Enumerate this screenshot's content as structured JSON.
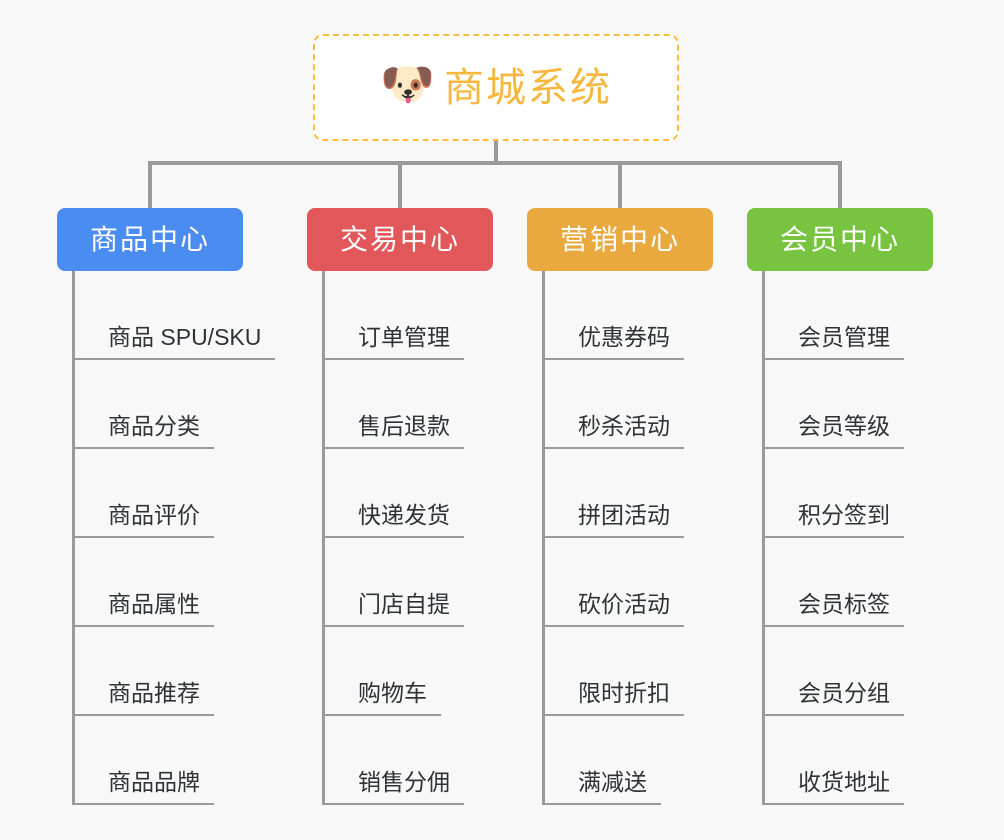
{
  "canvas": {
    "background": "#f8f8f8",
    "line_color": "#9a9a9a"
  },
  "root": {
    "icon": "dog-face-icon",
    "icon_glyph": "🐶",
    "title": "商城系统",
    "text_color": "#f5b73d",
    "border_color": "#fbbd3f",
    "fill_color": "#ffffff"
  },
  "branches": [
    {
      "label": "商品中心",
      "color": "#4a8cf0",
      "items": [
        "商品 SPU/SKU",
        "商品分类",
        "商品评价",
        "商品属性",
        "商品推荐",
        "商品品牌"
      ]
    },
    {
      "label": "交易中心",
      "color": "#e2575a",
      "items": [
        "订单管理",
        "售后退款",
        "快递发货",
        "门店自提",
        "购物车",
        "销售分佣"
      ]
    },
    {
      "label": "营销中心",
      "color": "#eaa93e",
      "items": [
        "优惠券码",
        "秒杀活动",
        "拼团活动",
        "砍价活动",
        "限时折扣",
        "满减送"
      ]
    },
    {
      "label": "会员中心",
      "color": "#78c440",
      "items": [
        "会员管理",
        "会员等级",
        "积分签到",
        "会员标签",
        "会员分组",
        "收货地址"
      ]
    }
  ]
}
